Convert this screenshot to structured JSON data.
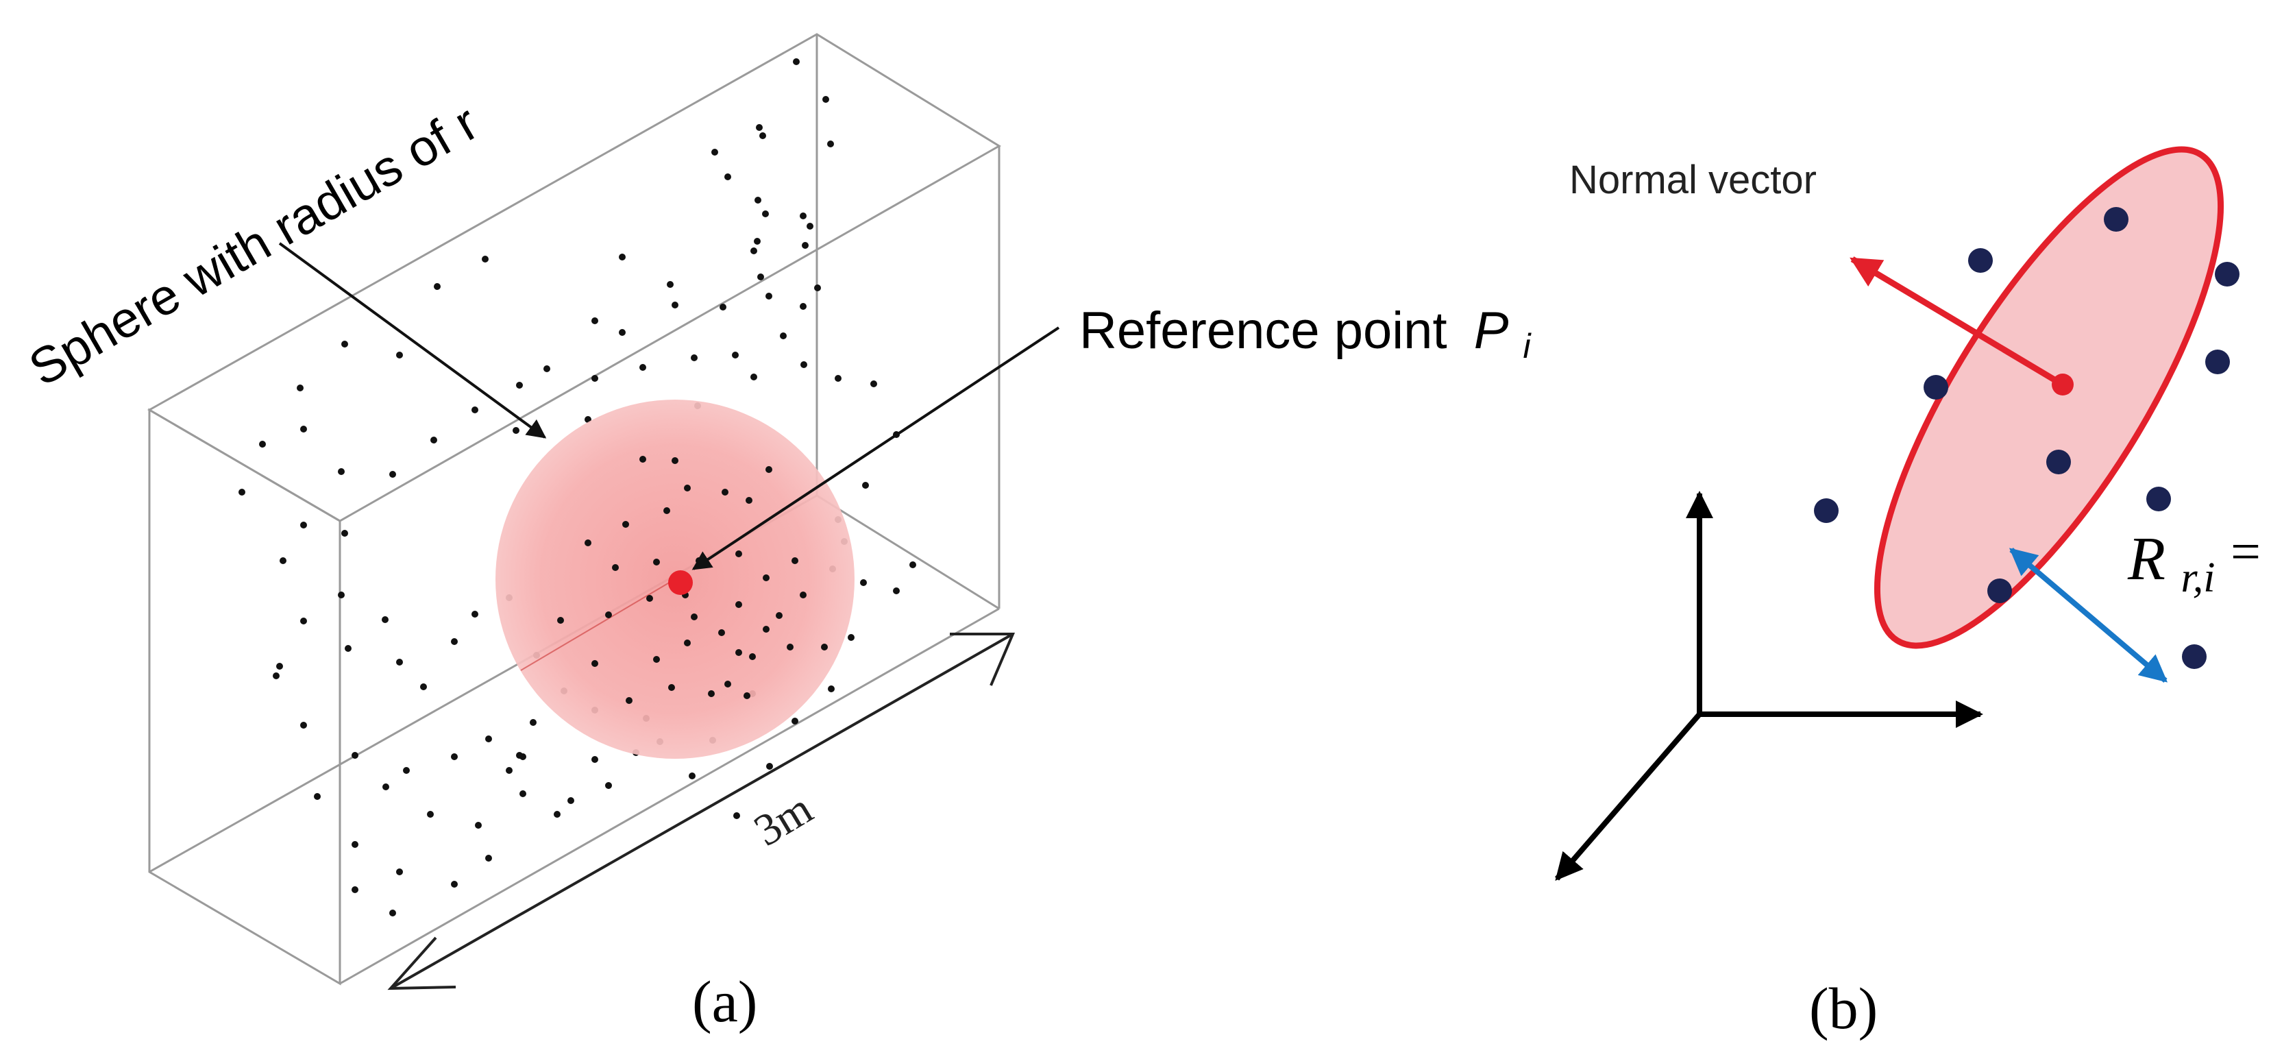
{
  "panel_a": {
    "caption": "(a)",
    "sphere_label": "Sphere with radius of r",
    "reference_label": "Reference point",
    "reference_symbol": "P",
    "reference_subscript": "i",
    "dimension_label": "3m"
  },
  "panel_b": {
    "caption": "(b)",
    "normal_label": "Normal vector",
    "distance_symbol": "R",
    "distance_subscript": "r,i",
    "distance_suffix": "="
  },
  "colors": {
    "sphere_fill": "#f6aeae",
    "reference_point": "#e8212b",
    "plane_fill": "#f7c5c8",
    "plane_stroke": "#e3202b",
    "normal_arrow": "#e3202b",
    "distance_arrow": "#1878c8",
    "node": "#1b2352",
    "box_line": "#9a9a9a"
  }
}
